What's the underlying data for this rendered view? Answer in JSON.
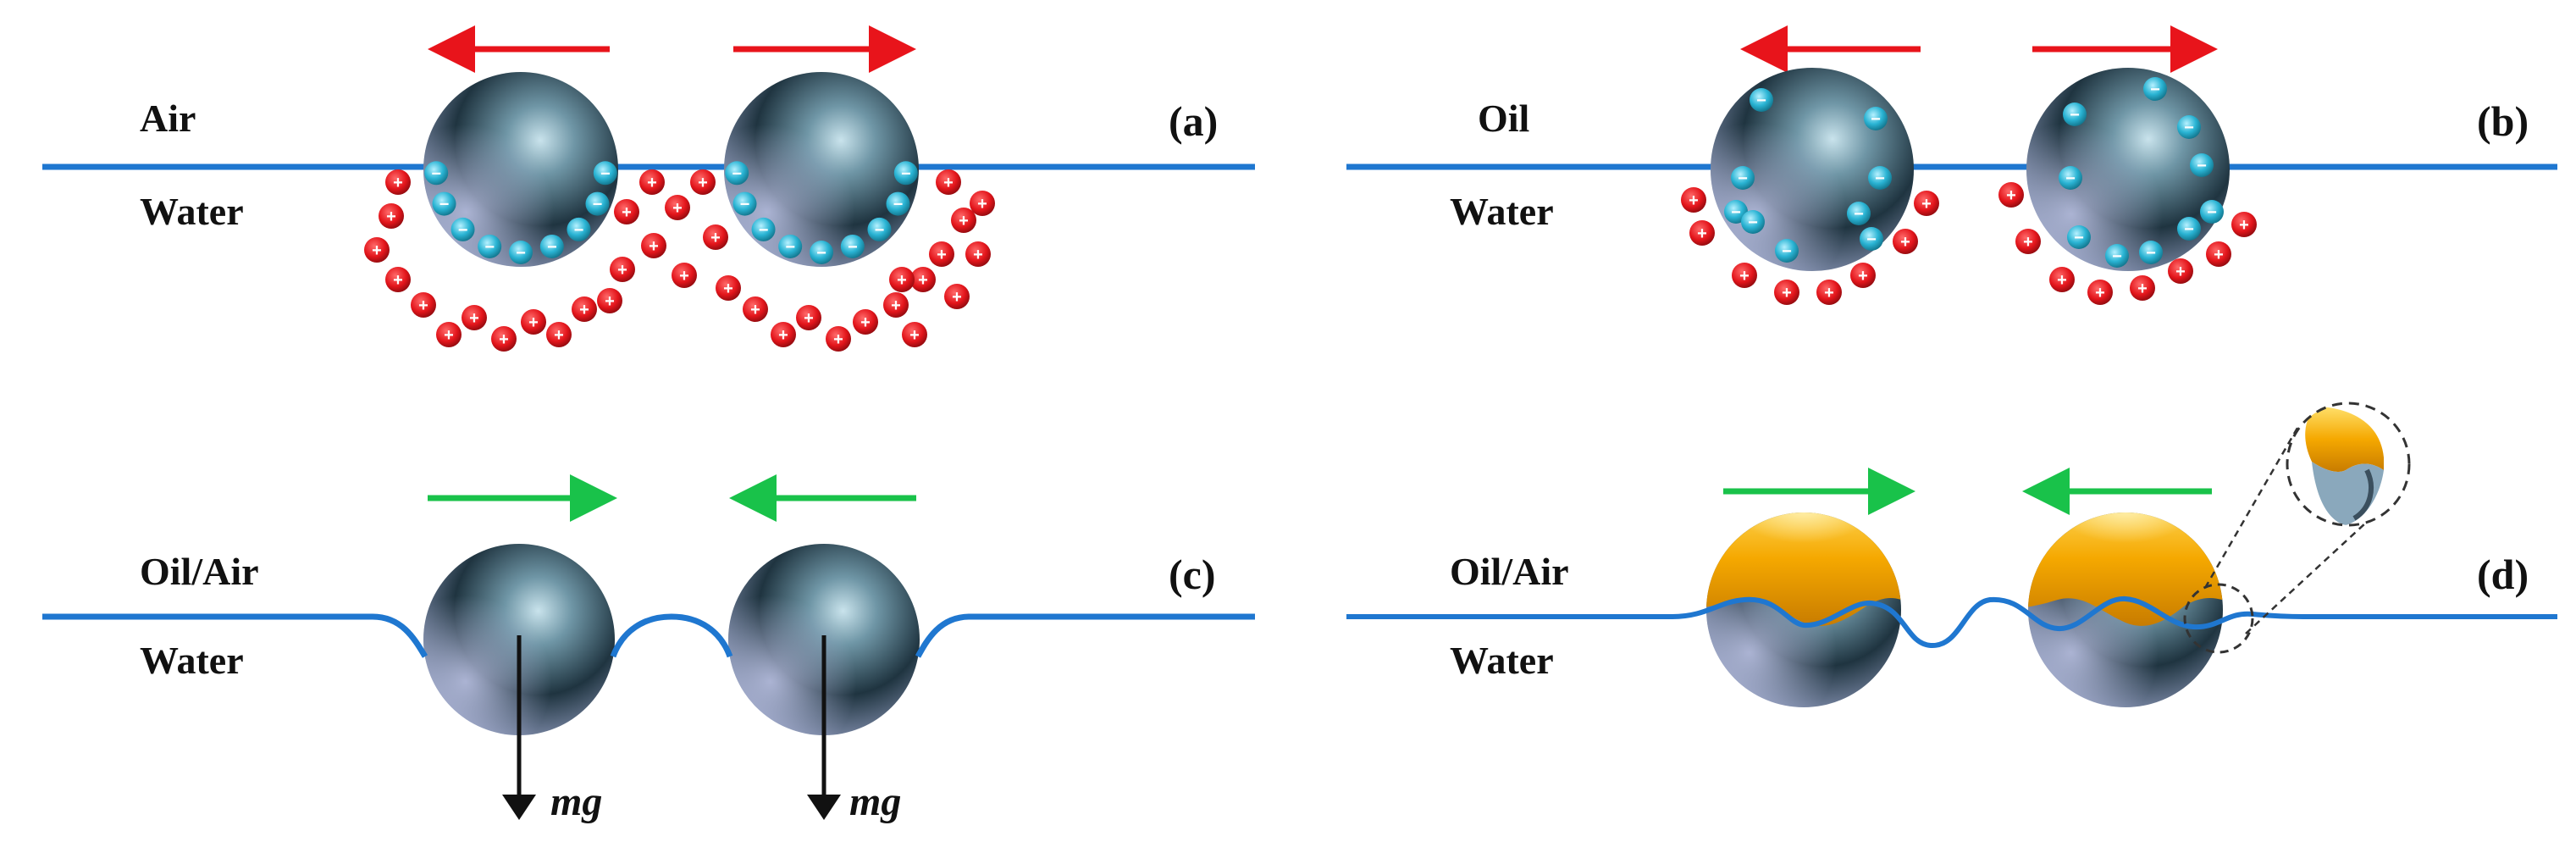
{
  "colors": {
    "interface": "#1f77d0",
    "repulsion_arrow": "#e8141b",
    "attraction_arrow": "#19c24a",
    "positive_ion": "#e3151b",
    "negative_ion": "#2ab4d4",
    "oil_cap": "#f5a800",
    "particle": "#3e5a66",
    "gravity_arrow": "#111111"
  },
  "panels": [
    {
      "tag": "(a)",
      "upper_phase": "Air",
      "lower_phase": "Water",
      "interaction": "repulsion",
      "positive_symbol": "+",
      "negative_symbol": "−"
    },
    {
      "tag": "(b)",
      "upper_phase": "Oil",
      "lower_phase": "Water",
      "interaction": "repulsion",
      "positive_symbol": "+",
      "negative_symbol": "−"
    },
    {
      "tag": "(c)",
      "upper_phase": "Oil/Air",
      "lower_phase": "Water",
      "interaction": "attraction",
      "gravity_label": "mg"
    },
    {
      "tag": "(d)",
      "upper_phase": "Oil/Air",
      "lower_phase": "Water",
      "interaction": "attraction",
      "inset": "magnified contact-line view"
    }
  ]
}
